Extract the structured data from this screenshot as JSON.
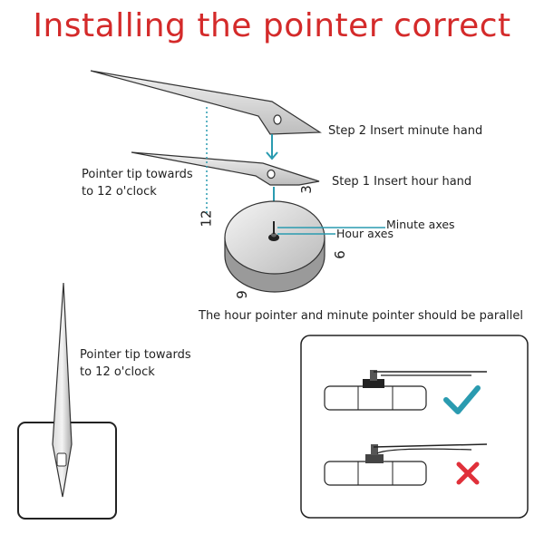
{
  "title": "Installing the pointer correct",
  "labels": {
    "step2": "Step 2 Insert minute hand",
    "step1": "Step 1 Insert hour hand",
    "tip_top_1": "Pointer tip towards",
    "tip_top_2": "to 12 o'clock",
    "minute_axes": "Minute axes",
    "hour_axes": "Hour axes",
    "parallel_note": "The hour pointer and minute pointer should be parallel",
    "tip_bottom_1": "Pointer tip towards",
    "tip_bottom_2": "to 12 o'clock"
  },
  "dial_numbers": {
    "twelve": "12",
    "three": "3",
    "six": "6",
    "nine": "9"
  },
  "colors": {
    "title": "#d42a2a",
    "arrow": "#2a9bb0",
    "check": "#2a9bb0",
    "cross": "#e0303a"
  },
  "icons": {
    "correct": "checkmark-icon",
    "wrong": "cross-icon"
  }
}
